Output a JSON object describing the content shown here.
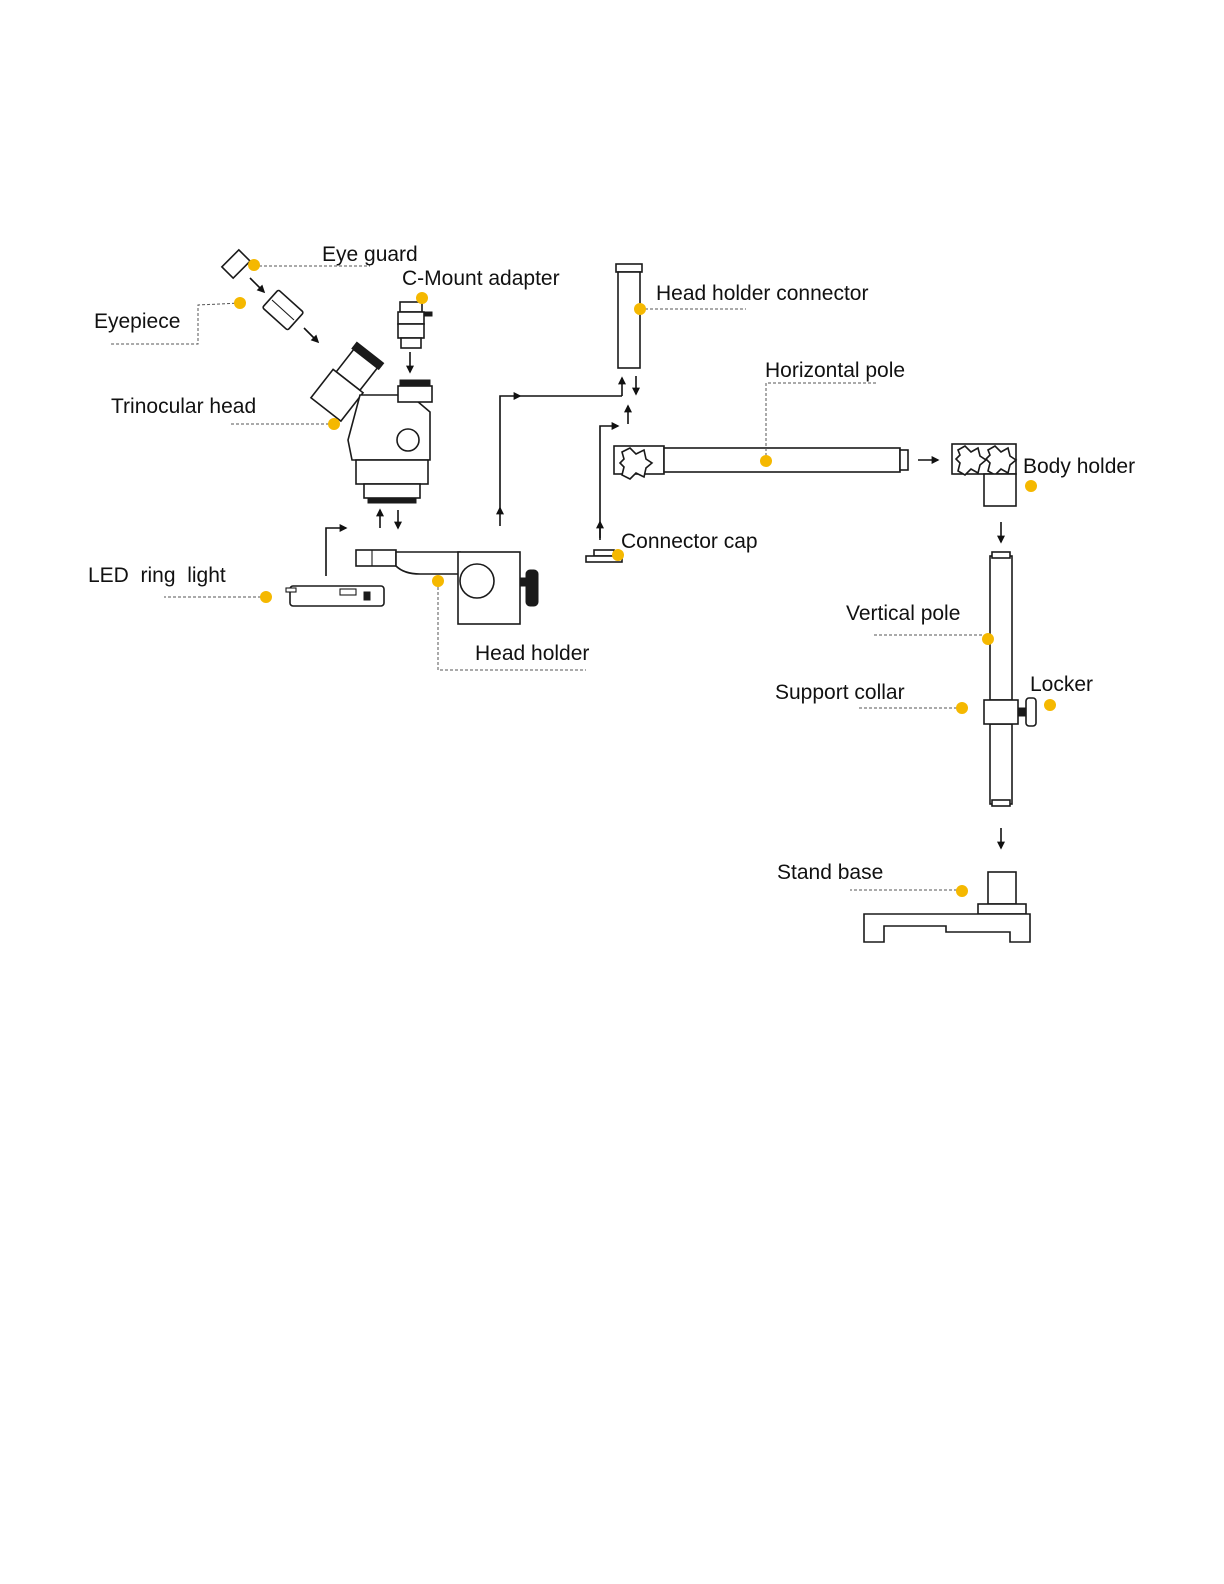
{
  "colors": {
    "marker": "#f5b800",
    "line": "#1a1a1a"
  },
  "labels": {
    "eye_guard": "Eye guard",
    "c_mount_adapter": "C-Mount adapter",
    "eyepiece": "Eyepiece",
    "trinocular_head": "Trinocular head",
    "led_ring_light": "LED  ring  light",
    "head_holder": "Head holder",
    "head_holder_connector": "Head holder connector",
    "horizontal_pole": "Horizontal pole",
    "connector_cap": "Connector cap",
    "body_holder": "Body holder",
    "vertical_pole": "Vertical pole",
    "support_collar": "Support collar",
    "locker": "Locker",
    "stand_base": "Stand base"
  }
}
